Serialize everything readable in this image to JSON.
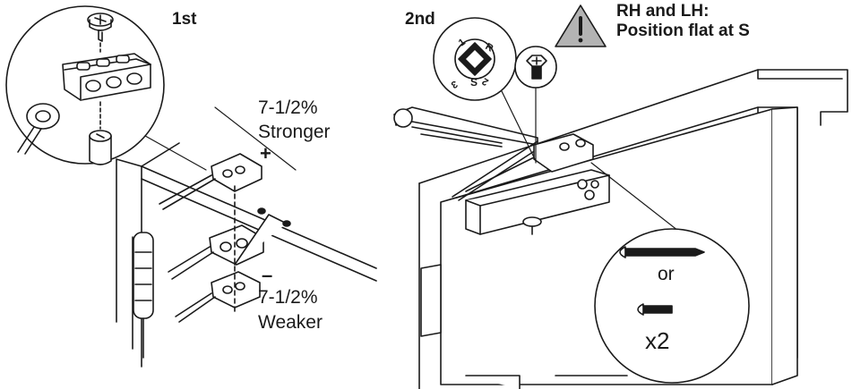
{
  "left": {
    "step": "1st",
    "stronger_pct": "7-1/2%",
    "stronger_word": "Stronger",
    "plus": "+",
    "minus": "–",
    "weaker_pct": "7-1/2%",
    "weaker_word": "Weaker"
  },
  "right": {
    "step": "2nd",
    "warning_line1": "RH and LH:",
    "warning_line2": "Position flat at S",
    "dial_letters": [
      "R",
      "1",
      "S",
      "2",
      "3"
    ],
    "screw_or": "or",
    "screw_qty": "x2"
  },
  "colors": {
    "line": "#1a1a1a",
    "warning_fill": "#b3b3b3",
    "body_fill": "#ffffff"
  }
}
